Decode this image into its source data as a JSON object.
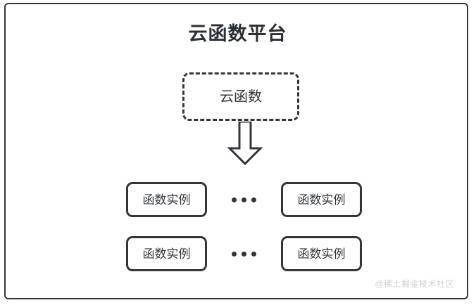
{
  "diagram": {
    "platform": {
      "title": "云函数平台"
    },
    "function_node": {
      "label": "云函数",
      "style": "dashed-rounded-box"
    },
    "arrow": {
      "name": "downward-block-arrow",
      "direction": "down"
    },
    "instance_rows": [
      {
        "left_box_label": "函数实例",
        "ellipsis": "···",
        "right_box_label": "函数实例"
      },
      {
        "left_box_label": "函数实例",
        "ellipsis": "···",
        "right_box_label": "函数实例"
      }
    ],
    "watermark": "@稀土掘金技术社区",
    "colors": {
      "stroke": "#33373b",
      "text": "#32363a",
      "background": "#ffffff",
      "watermark": "#cfcfd2"
    }
  }
}
